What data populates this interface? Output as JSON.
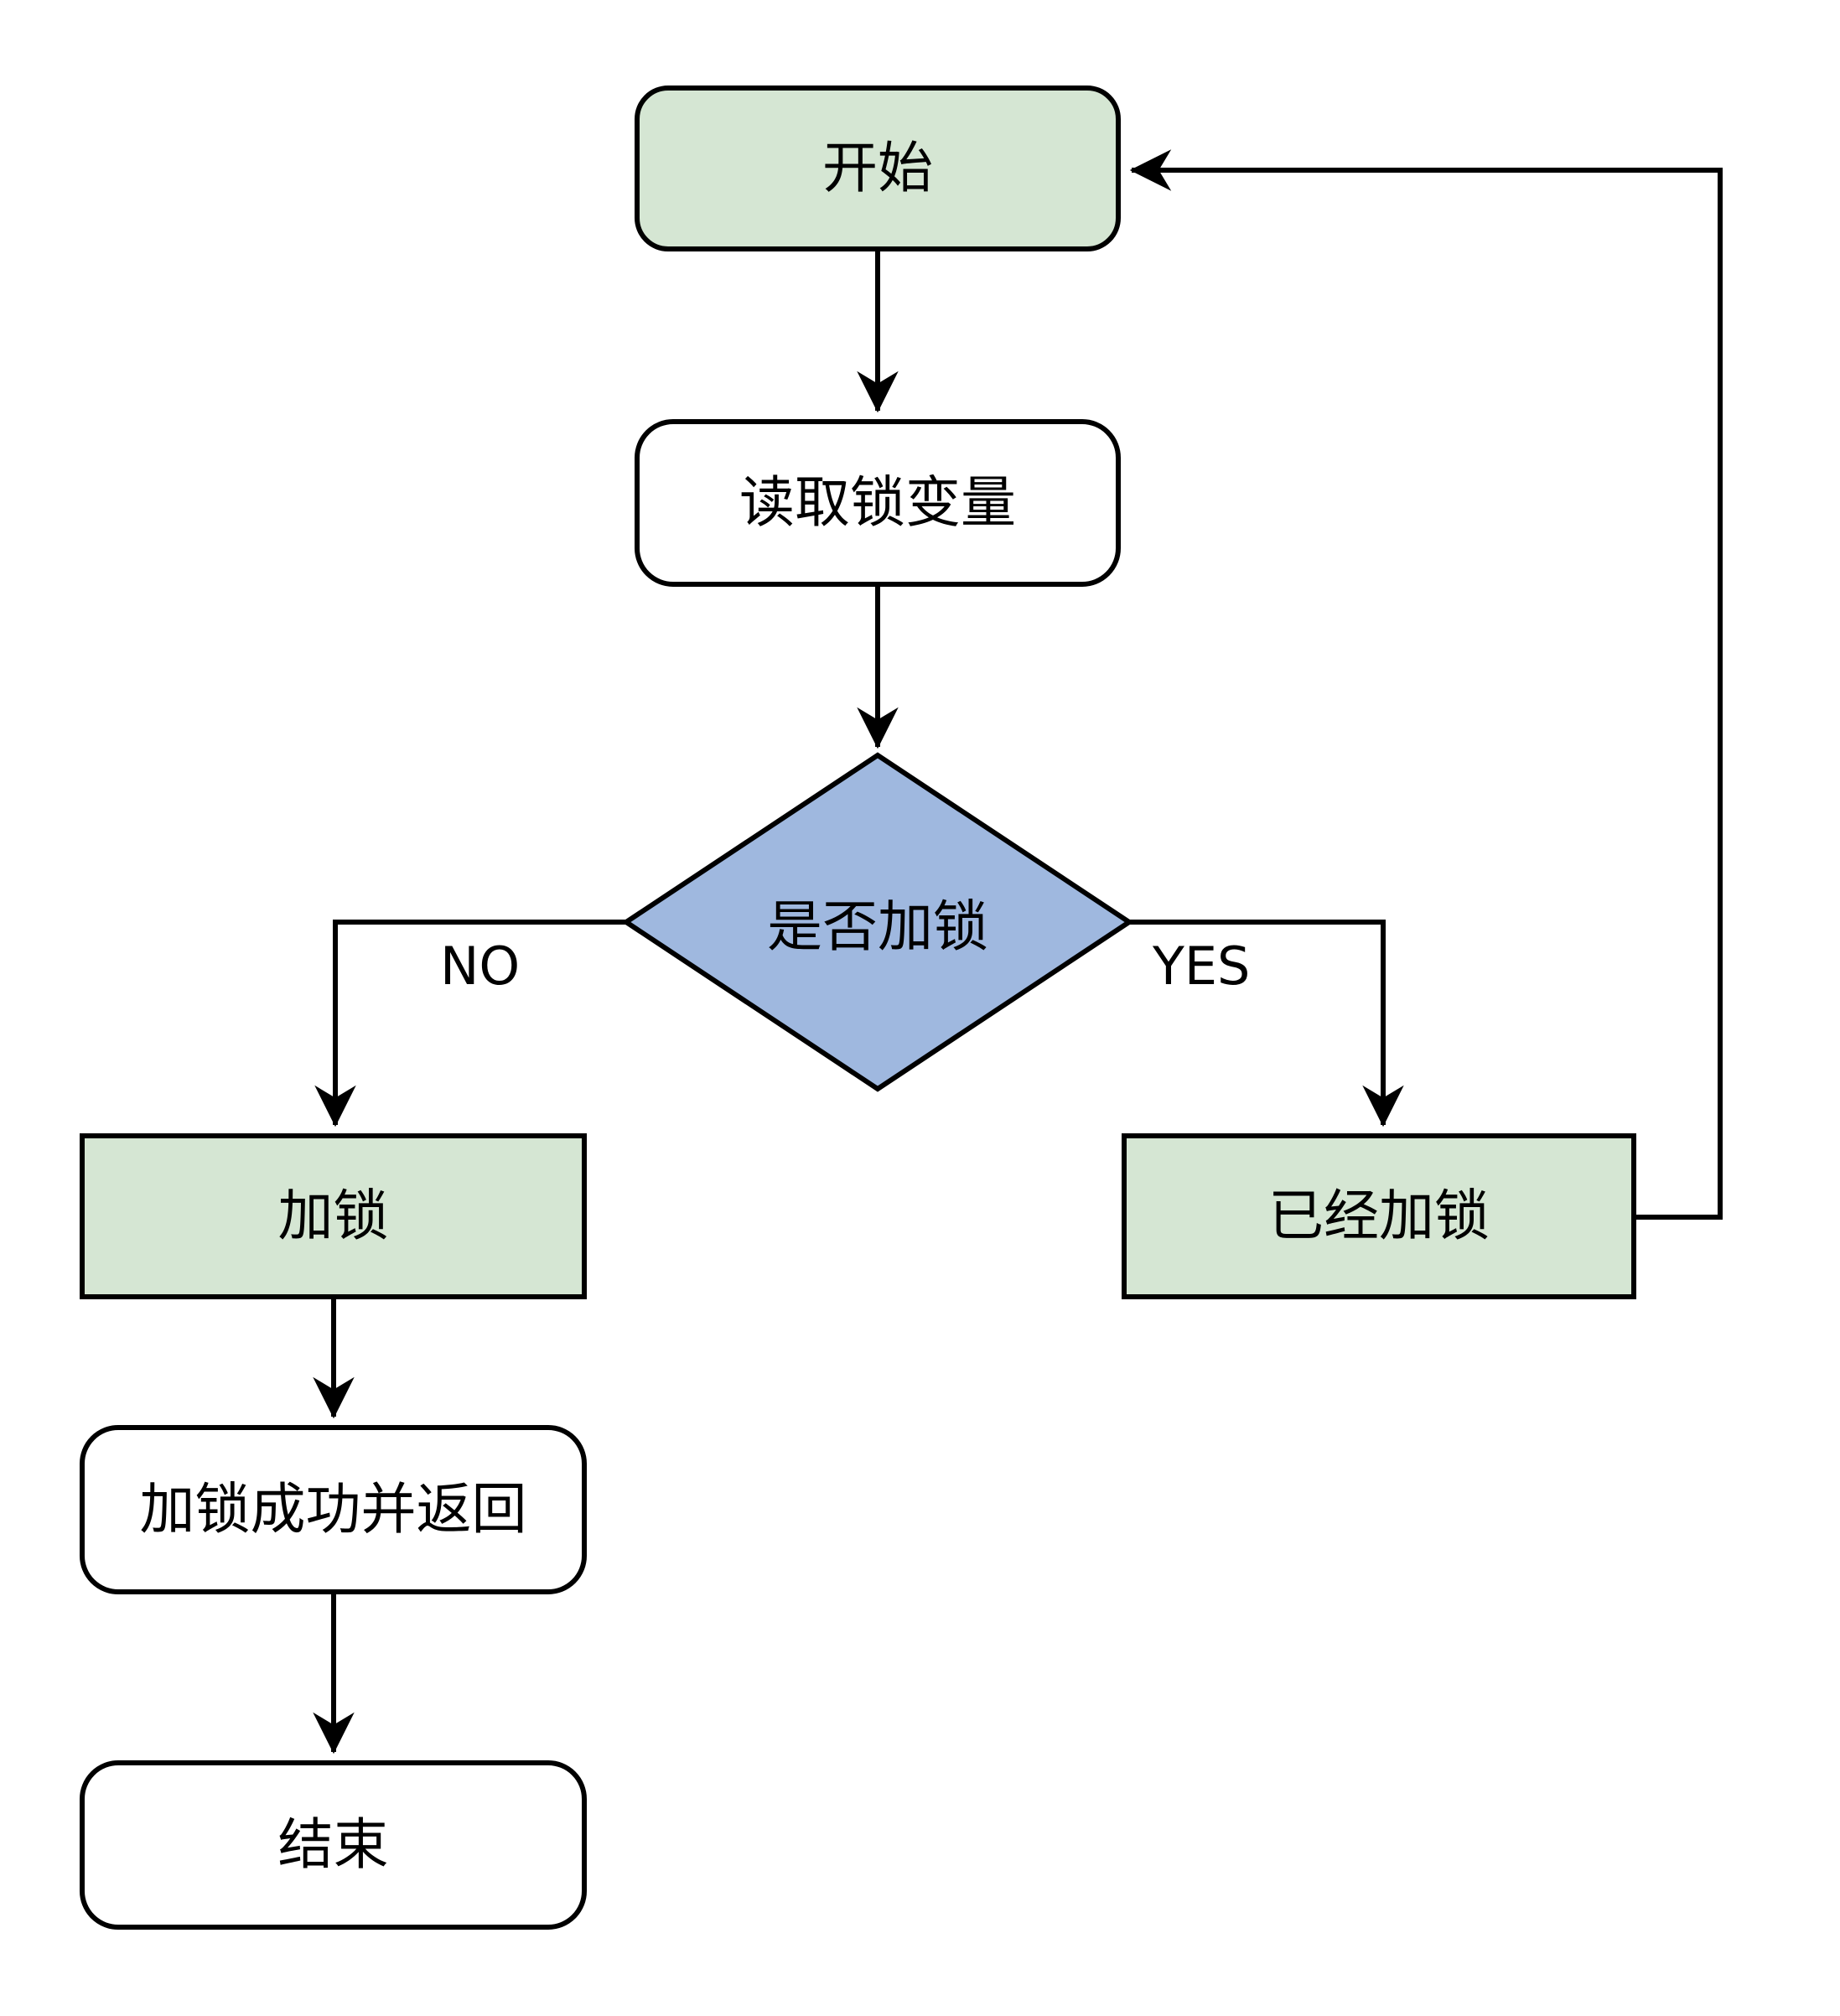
{
  "diagram": {
    "nodes": {
      "start": {
        "label": "开始"
      },
      "read_lock": {
        "label": "读取锁变量"
      },
      "is_locked": {
        "label": "是否加锁"
      },
      "lock": {
        "label": "加锁"
      },
      "already_locked": {
        "label": "已经加锁"
      },
      "lock_success": {
        "label": "加锁成功并返回"
      },
      "end": {
        "label": "结束"
      }
    },
    "edge_labels": {
      "no": "NO",
      "yes": "YES"
    },
    "colors": {
      "terminal_fill": "#d5e6d3",
      "decision_fill": "#9fb8df",
      "process_fill": "#ffffff",
      "line": "#000000"
    }
  }
}
